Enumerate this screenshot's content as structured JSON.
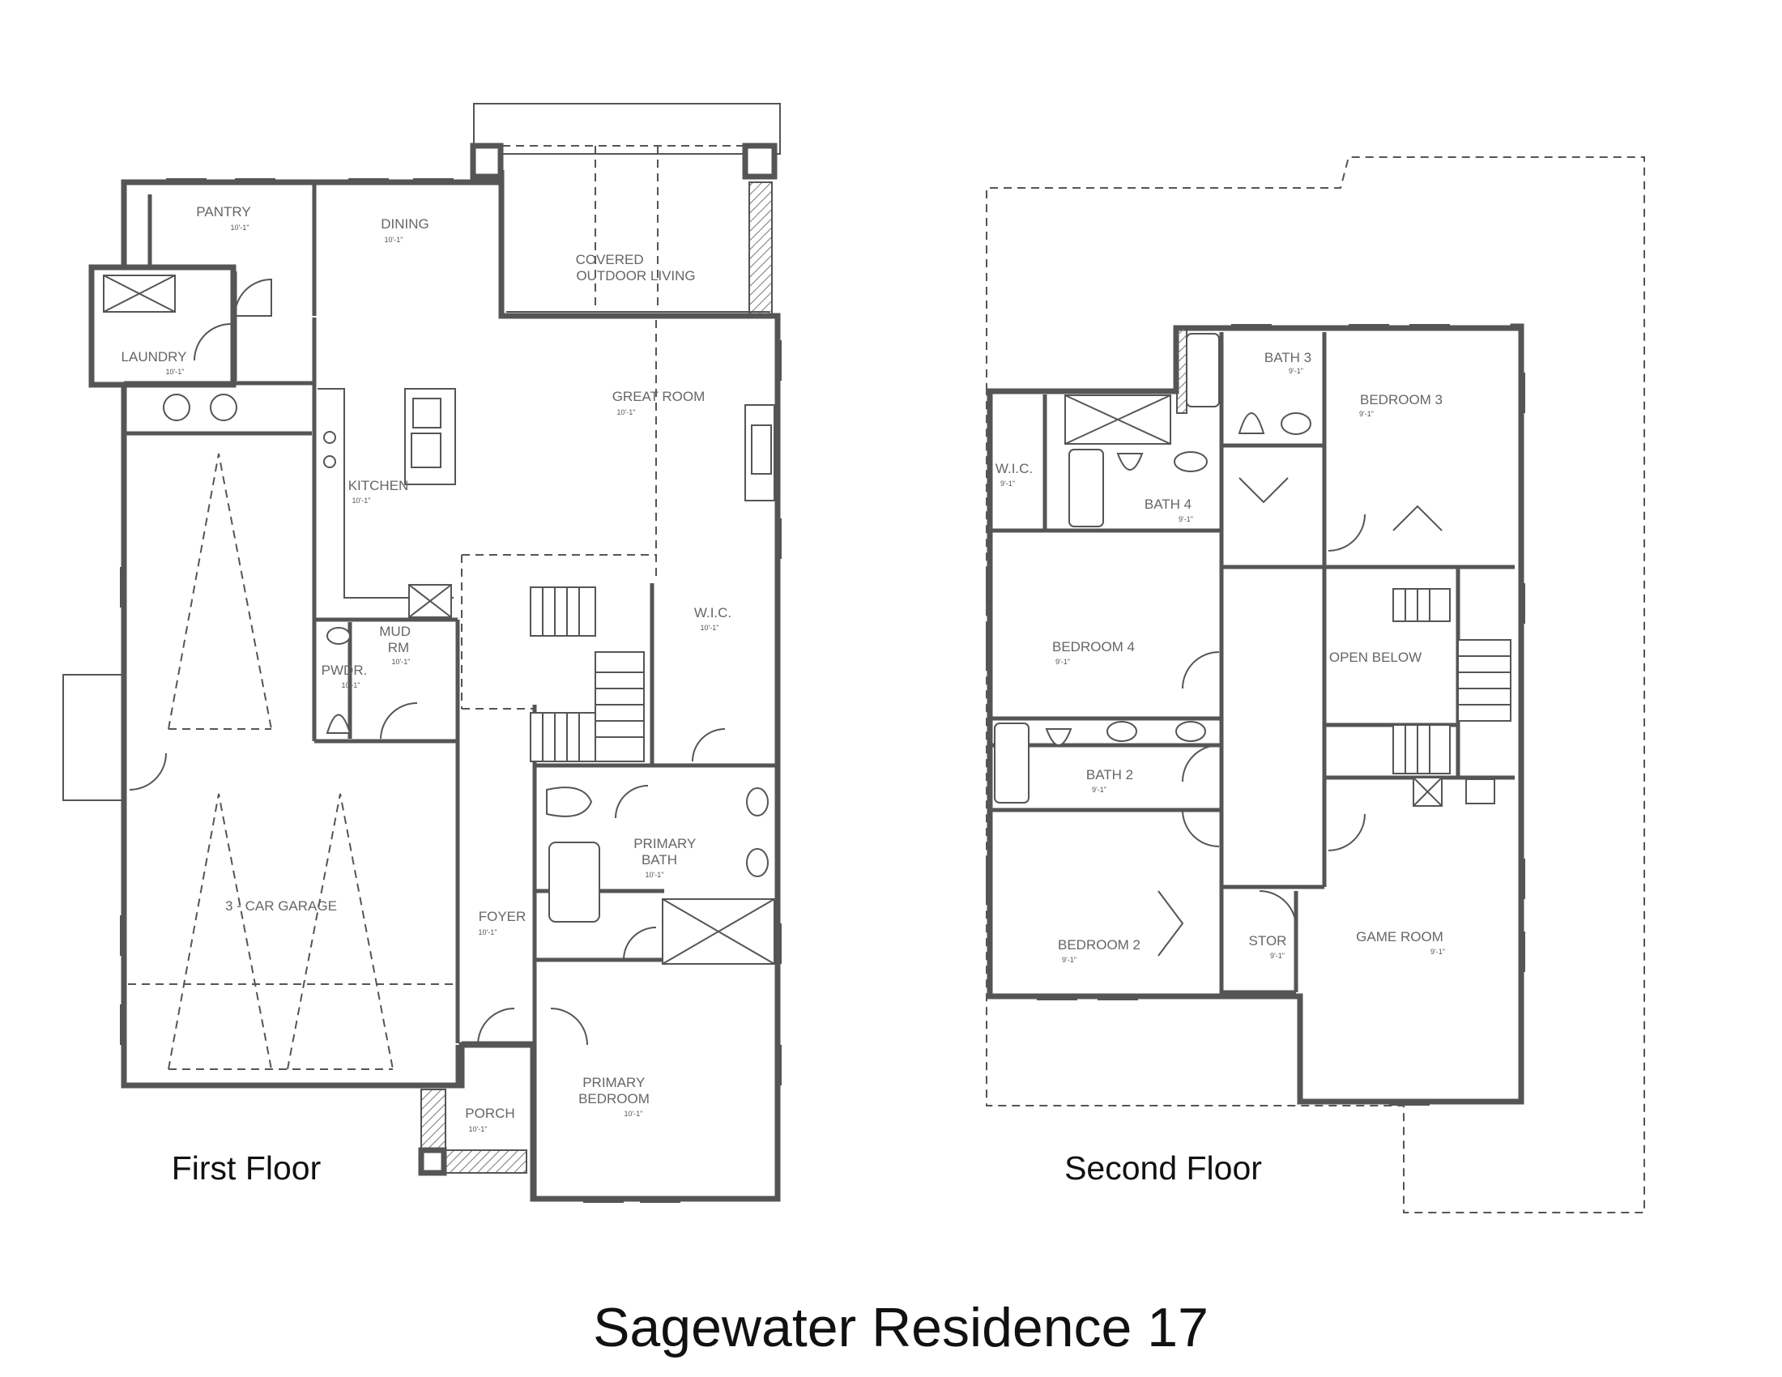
{
  "title": "Sagewater Residence 17",
  "floors": [
    {
      "label": "First Floor",
      "rooms": [
        {
          "name": "PANTRY",
          "dim": "10'-1\""
        },
        {
          "name": "DINING",
          "dim": "10'-1\""
        },
        {
          "name": "COVERED\nOUTDOOR LIVING",
          "dim": ""
        },
        {
          "name": "LAUNDRY",
          "dim": "10'-1\""
        },
        {
          "name": "GREAT ROOM",
          "dim": "10'-1\""
        },
        {
          "name": "KITCHEN",
          "dim": "10'-1\""
        },
        {
          "name": "MUD\nRM",
          "dim": "10'-1\""
        },
        {
          "name": "PWDR.",
          "dim": "10'-1\""
        },
        {
          "name": "W.I.C.",
          "dim": "10'-1\""
        },
        {
          "name": "PRIMARY\nBATH",
          "dim": "10'-1\""
        },
        {
          "name": "3 - CAR GARAGE",
          "dim": ""
        },
        {
          "name": "FOYER",
          "dim": "10'-1\""
        },
        {
          "name": "PRIMARY\nBEDROOM",
          "dim": "10'-1\""
        },
        {
          "name": "PORCH",
          "dim": "10'-1\""
        }
      ]
    },
    {
      "label": "Second Floor",
      "rooms": [
        {
          "name": "BATH 3",
          "dim": "9'-1\""
        },
        {
          "name": "BEDROOM 3",
          "dim": "9'-1\""
        },
        {
          "name": "W.I.C.",
          "dim": "9'-1\""
        },
        {
          "name": "BATH 4",
          "dim": "9'-1\""
        },
        {
          "name": "BEDROOM 4",
          "dim": "9'-1\""
        },
        {
          "name": "OPEN BELOW",
          "dim": ""
        },
        {
          "name": "BATH 2",
          "dim": "9'-1\""
        },
        {
          "name": "BEDROOM 2",
          "dim": "9'-1\""
        },
        {
          "name": "STOR",
          "dim": "9'-1\""
        },
        {
          "name": "GAME ROOM",
          "dim": "9'-1\""
        }
      ]
    }
  ]
}
